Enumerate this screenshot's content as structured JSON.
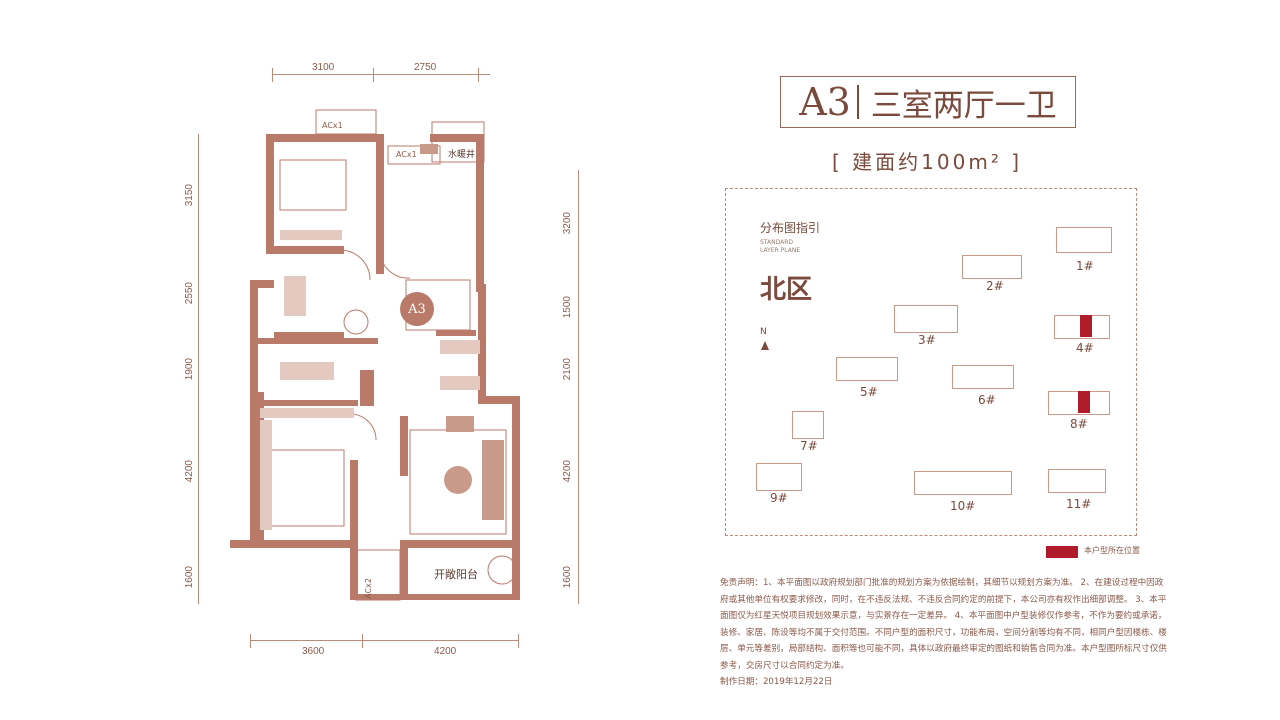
{
  "unit": {
    "code": "A3",
    "name": "三室两厅一卫",
    "area": "[ 建面约100m² ]"
  },
  "plan": {
    "badge": "A3",
    "dims_top": [
      "3100",
      "2750"
    ],
    "dims_bottom": [
      "3600",
      "4200"
    ],
    "dims_left": [
      "3150",
      "2550",
      "1900",
      "4200",
      "1600"
    ],
    "dims_right": [
      "3200",
      "1500",
      "2100",
      "4200",
      "1600"
    ],
    "labels": {
      "balcony": "开敞阳台",
      "water_well": "水暖井",
      "ac1": "ACx1",
      "ac2": "ACx1",
      "ac3": "ACx2"
    }
  },
  "guide": {
    "title": "分布图指引",
    "subtitle_line1": "STANDARD",
    "subtitle_line2": "LAYER PLANE",
    "zone": "北区",
    "north": "N",
    "buildings": [
      {
        "label": "1#",
        "highlight": false
      },
      {
        "label": "2#",
        "highlight": false
      },
      {
        "label": "3#",
        "highlight": false
      },
      {
        "label": "4#",
        "highlight": true
      },
      {
        "label": "5#",
        "highlight": false
      },
      {
        "label": "6#",
        "highlight": false
      },
      {
        "label": "7#",
        "highlight": false
      },
      {
        "label": "8#",
        "highlight": true
      },
      {
        "label": "9#",
        "highlight": false
      },
      {
        "label": "10#",
        "highlight": false
      },
      {
        "label": "11#",
        "highlight": false
      }
    ],
    "legend": "本户型所在位置",
    "highlight_color": "#b01c2a"
  },
  "disclaimer": "免责声明：1、本平面图以政府规划部门批准的规划方案为依据绘制，其细节以规划方案为准。 2、在建设过程中因政府或其他单位有权要求修改，同时，在不违反法规、不违反合同约定的前提下，本公司亦有权作出细部调整。 3、本平面图仅为红星天悦项目规划效果示意，与实景存在一定差异。 4、本平面图中户型装修仅作参考，不作为要约或承诺，装修、家居、陈设等均不属于交付范围。不同户型的面积尺寸，功能布局，空间分割等均有不同，相同户型因楼栋、楼层、单元等差别，局部结构、面积等也可能不同，具体以政府最终审定的图纸和销售合同为准。本户型图所标尺寸仅供参考，交房尺寸以合同约定为准。",
  "date": "制作日期：2019年12月22日"
}
